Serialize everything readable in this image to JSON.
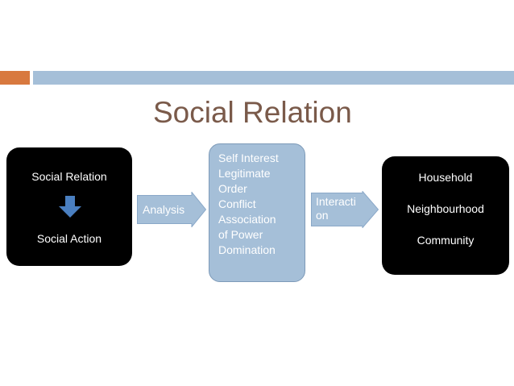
{
  "title": "Social Relation",
  "left_box": {
    "top_label": "Social Relation",
    "bottom_label": "Social Action"
  },
  "arrows": {
    "analysis": "Analysis",
    "interaction_line1": "Interacti",
    "interaction_line2": "on"
  },
  "center_box": {
    "lines": [
      "Self Interest",
      "Legitimate",
      "Order",
      "Conflict",
      "Association",
      "of Power",
      "Domination"
    ]
  },
  "right_box": {
    "items": [
      "Household",
      "Neighbourhood",
      "Community"
    ]
  },
  "colors": {
    "accent_orange": "#d8793f",
    "accent_blue": "#a5bfd8",
    "title_brown": "#7a5a4a",
    "arrow_blue": "#4a7fc0"
  }
}
